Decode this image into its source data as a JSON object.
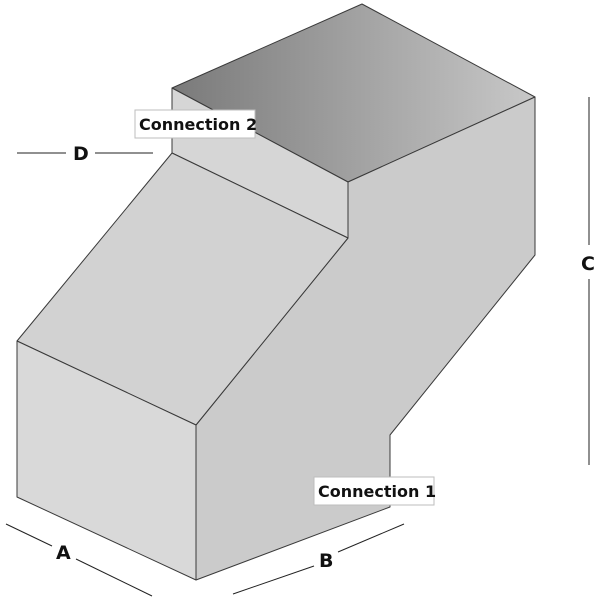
{
  "diagram": {
    "colors": {
      "front_face": "#d9d9d9",
      "side_face": "#cbcbcb",
      "top_face_light": "#c8c8c8",
      "top_face_dark": "#7a7a7a",
      "edge": "#3a3a3a",
      "dimension_line": "#222222"
    },
    "labels": {
      "connection_1": "Connection 1",
      "connection_2": "Connection 2"
    },
    "dimensions": {
      "a": "A",
      "b": "B",
      "c": "C",
      "d": "D"
    }
  }
}
